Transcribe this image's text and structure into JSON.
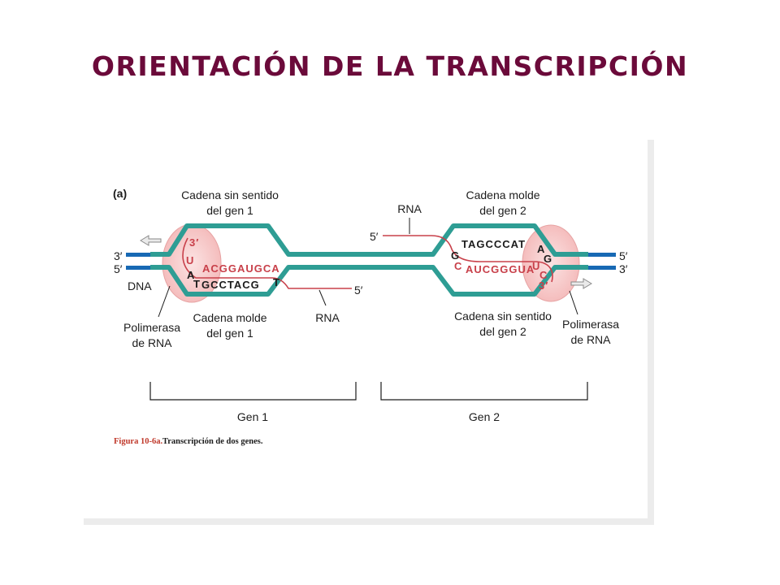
{
  "title": "ORIENTACIÓN DE LA TRANSCRIPCIÓN",
  "figure": {
    "panel_letter": "(a)",
    "labels": {
      "g1_top_a": "Cadena sin sentido",
      "g1_top_b": "del gen 1",
      "g1_bot_a": "Cadena molde",
      "g1_bot_b": "del gen 1",
      "rna_1": "RNA",
      "rna_2": "RNA",
      "g2_top_a": "Cadena molde",
      "g2_top_b": "del gen 2",
      "g2_bot_a": "Cadena sin sentido",
      "g2_bot_b": "del gen 2",
      "pol_left_a": "Polimerasa",
      "pol_left_b": "de RNA",
      "pol_right_a": "Polimerasa",
      "pol_right_b": "de RNA",
      "dna": "DNA",
      "gen1": "Gen 1",
      "gen2": "Gen 2"
    },
    "ends": {
      "left_top": "3′",
      "left_bot": "5′",
      "right_top": "5′",
      "right_bot": "3′",
      "rna1_end": "5′",
      "rna2_end": "5′",
      "bubble1_rna": "3′",
      "bubble2_rna": "3′"
    },
    "sequences": {
      "g1_rna": "ACGGAUGCA",
      "g1_rna_u": "U",
      "g1_template": "GCCTACG",
      "g1_template_a": "A",
      "g1_template_t1": "T",
      "g1_template_t2": "T",
      "g2_template": "TAGCCCAT",
      "g2_template_g1": "G",
      "g2_template_a": "A",
      "g2_template_g2": "G",
      "g2_rna": "AUCGGGUA",
      "g2_rna_c": "C",
      "g2_rna_u": "U",
      "g2_rna_c2": "C"
    },
    "caption": {
      "number": "Figura 10-6a.",
      "text": "Transcripción de dos genes."
    }
  },
  "colors": {
    "title": "#6b0a3a",
    "dna_teal": "#2e9d94",
    "dna_blue": "#1769b4",
    "rna_red": "#c8404a",
    "polymerase_fill": "#f6c9c9",
    "caption_red": "#c0392b"
  }
}
